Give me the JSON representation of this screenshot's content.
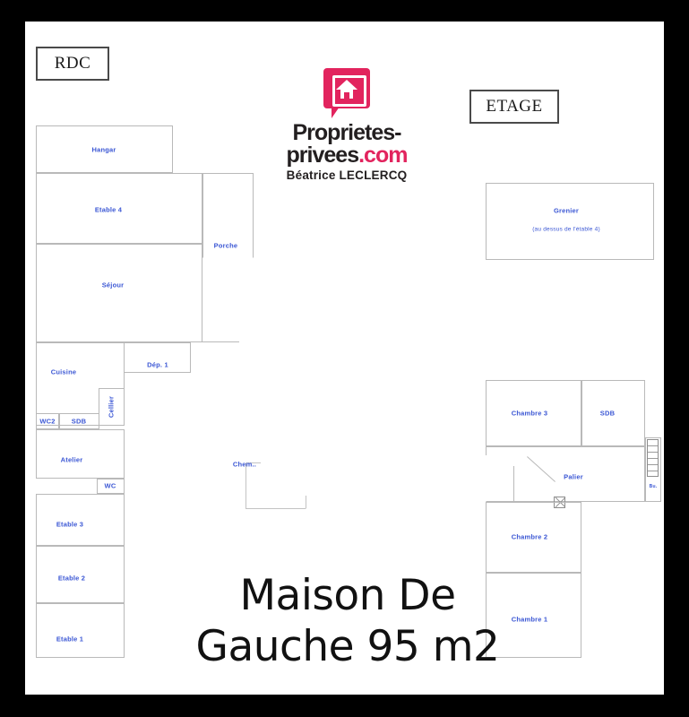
{
  "document": {
    "title": "Maison De Gauche 95 m2",
    "title_line1": "Maison De",
    "title_line2": "Gauche 95 m2"
  },
  "badges": {
    "ground_floor": "RDC",
    "upper_floor": "ETAGE"
  },
  "brand": {
    "name_line1": "Proprietes-",
    "name_line2_dark": "privees",
    "name_line2_pink": ".com",
    "agent": "Béatrice LECLERCQ",
    "accent_color": "#e2245e",
    "text_color": "#231f20",
    "logo_icon": "house-speech-bubble-icon"
  },
  "plan_style": {
    "wall_color": "#b9b9b9",
    "label_color": "#3a56d4",
    "page_background": "#ffffff",
    "frame_color": "#000000"
  },
  "ground_floor": {
    "name": "RDC",
    "rooms": [
      {
        "id": "hangar",
        "label": "Hangar"
      },
      {
        "id": "etable4",
        "label": "Etable 4"
      },
      {
        "id": "porche",
        "label": "Porche"
      },
      {
        "id": "sejour",
        "label": "Séjour"
      },
      {
        "id": "dep1",
        "label": "Dép. 1"
      },
      {
        "id": "cuisine",
        "label": "Cuisine"
      },
      {
        "id": "cellier",
        "label": "Cellier"
      },
      {
        "id": "wc2",
        "label": "WC2"
      },
      {
        "id": "sdb",
        "label": "SDB"
      },
      {
        "id": "atelier",
        "label": "Atelier"
      },
      {
        "id": "wc",
        "label": "WC"
      },
      {
        "id": "etable3",
        "label": "Etable 3"
      },
      {
        "id": "etable2",
        "label": "Etable 2"
      },
      {
        "id": "etable1",
        "label": "Etable 1"
      },
      {
        "id": "cheminee",
        "label": "Chem.."
      }
    ]
  },
  "upper_floor": {
    "name": "ETAGE",
    "rooms": [
      {
        "id": "grenier",
        "label": "Grenier",
        "sublabel": "(au dessus de l'étable 4)"
      },
      {
        "id": "chambre3",
        "label": "Chambre 3"
      },
      {
        "id": "sdb_etage",
        "label": "SDB"
      },
      {
        "id": "bureau",
        "label": "Bu."
      },
      {
        "id": "palier",
        "label": "Palier"
      },
      {
        "id": "chambre2",
        "label": "Chambre 2"
      },
      {
        "id": "chambre1",
        "label": "Chambre 1"
      }
    ]
  }
}
